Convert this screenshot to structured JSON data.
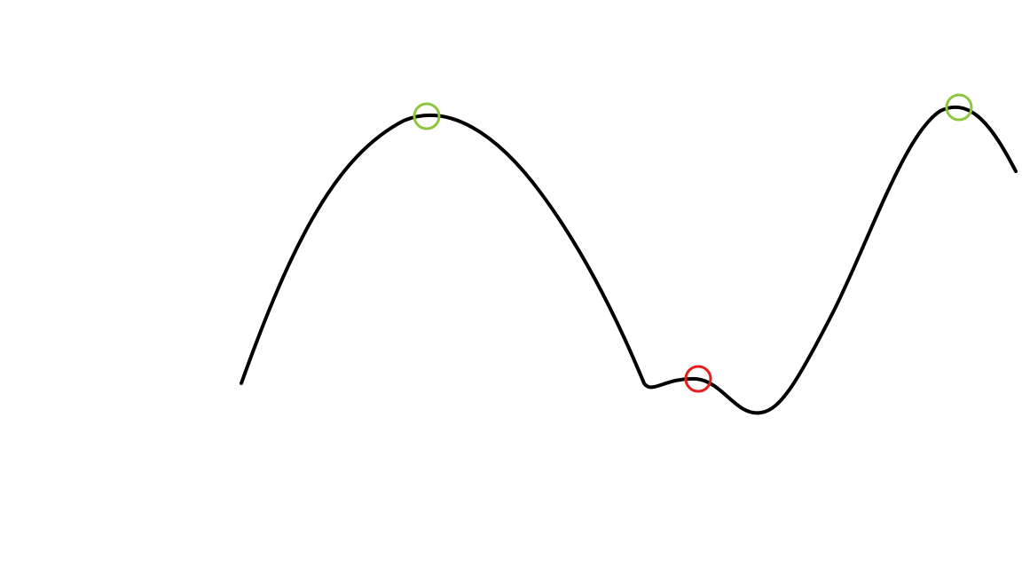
{
  "diagram": {
    "curve_color": "#000000",
    "max_marker_color": "#8cc63f",
    "local_max_marker_color": "#e51c1c",
    "markers": [
      {
        "kind": "global-maximum",
        "color": "#8cc63f"
      },
      {
        "kind": "local-maximum",
        "color": "#e51c1c"
      },
      {
        "kind": "global-maximum",
        "color": "#8cc63f"
      }
    ]
  }
}
